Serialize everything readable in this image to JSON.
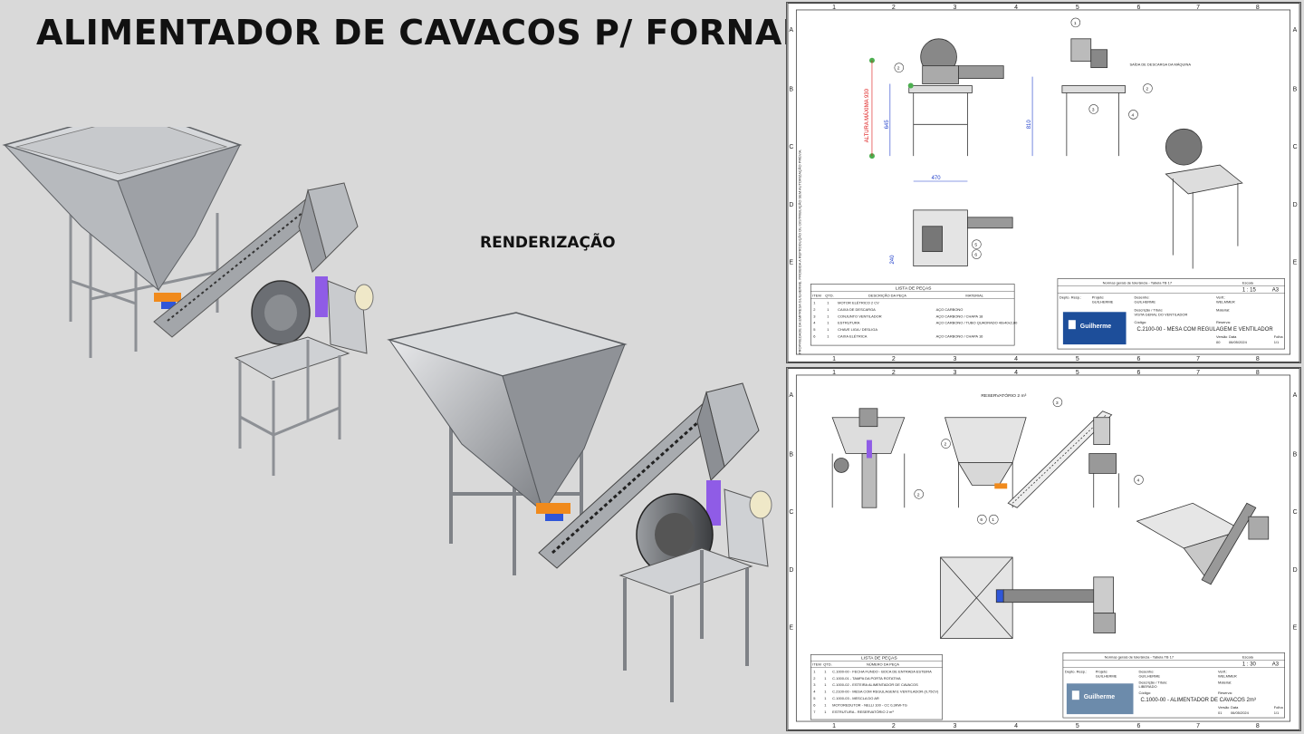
{
  "page": {
    "title": "ALIMENTADOR DE CAVACOS P/ FORNALHA",
    "render_label": "RENDERIZAÇÃO"
  },
  "colors": {
    "background": "#d9d9d9",
    "steel": "#b9bcc0",
    "hopper": "#a9acb1",
    "accent_purple": "#8f5ce6",
    "accent_orange": "#f08a1c",
    "accent_blue": "#2f56d8",
    "brand_blue": "#1d4e9a"
  },
  "sheet1": {
    "columns": [
      "1",
      "2",
      "3",
      "4",
      "5",
      "6",
      "7",
      "8"
    ],
    "rows": [
      "A",
      "B",
      "C",
      "D",
      "E"
    ],
    "side_note": "PROPRIEDADE DA EMPRESA GUILHERME. PROIBIDA A REPRODUÇÃO OU DISTRIBUIÇÃO SEM AUTORIZAÇÃO PRÉVIA.",
    "dims": {
      "max_height": "ALTURA MÁXIMA 930",
      "h645": "645",
      "h810": "810",
      "w470": "470",
      "h240": "240"
    },
    "callout_note": "SAÍDA DE DESCARGA DA MÁQUINA",
    "balloons": [
      "1",
      "2",
      "3",
      "4",
      "5",
      "6"
    ],
    "parts_title": "LISTA DE PEÇAS",
    "parts_headers": [
      "ITEM",
      "QTD.",
      "DESCRIÇÃO DA PEÇA",
      "MATERIAL"
    ],
    "parts": [
      [
        "1",
        "1",
        "MOTOR ELÉTRICO 2 CV",
        ""
      ],
      [
        "2",
        "1",
        "CAIXA DE DESCARGA",
        "AÇO CARBONO"
      ],
      [
        "3",
        "1",
        "CONJUNTO VENTILADOR",
        "AÇO CARBONO / CHAPA 18"
      ],
      [
        "4",
        "1",
        "ESTRUTURA",
        "AÇO CARBONO / TUBO QUADRADO 40x40x2,00"
      ],
      [
        "5",
        "1",
        "CHAVE LIGA / DESLIGA",
        ""
      ],
      [
        "6",
        "1",
        "CAIXA ELÉTRICA",
        "AÇO CARBONO / CHAPA 16"
      ]
    ],
    "tolerance": "Normas gerais de tolerância - Tabela TB 17",
    "scale_label": "Escala",
    "scale": "1 : 15",
    "format": "A3",
    "dept_label": "Depto. Resp.:",
    "project_label": "Projeto:",
    "project": "GUILHERME",
    "drawer_label": "Desenho:",
    "drawer": "GUILHERME",
    "verify_label": "Verif.:",
    "verifier": "WELMMER",
    "desc_label": "Descrição / Título:",
    "description": "VISTA GERAL DO VENTILADOR",
    "material_label": "Material:",
    "code_label": "Código:",
    "code": "C.2100-00 - MESA COM REGULAGEM E VENTILADOR",
    "reserve_label": "Reserva:",
    "version_label": "Versão",
    "version": "00",
    "date_label": "Data",
    "date": "06/05/2024",
    "page_label": "Folha",
    "page": "1/1",
    "brand": "Guilherme"
  },
  "sheet2": {
    "columns": [
      "1",
      "2",
      "3",
      "4",
      "5",
      "6",
      "7",
      "8"
    ],
    "rows": [
      "A",
      "B",
      "C",
      "D",
      "E"
    ],
    "reservoir_label": "RESERVATÓRIO 2 m³",
    "balloons": [
      "1",
      "2",
      "3",
      "4",
      "5",
      "6"
    ],
    "parts_title": "LISTA DE PEÇAS",
    "parts_headers": [
      "ITEM",
      "QTD.",
      "NÚMERO DA PEÇA"
    ],
    "parts": [
      [
        "1",
        "1",
        "C.1000-00 - FECHA FUNDO - BOCA DE ENTRADA ESTEIRA"
      ],
      [
        "2",
        "1",
        "C.1000-01 - TAMPA DA PORTA ROTATIVA"
      ],
      [
        "3",
        "1",
        "C.1000-02 - ESTEIRA ALIMENTADOR DE CAVACOS"
      ],
      [
        "4",
        "1",
        "C.2100-00 - MESA COM REGULAGEM E VENTILADOR (0,75CV)"
      ],
      [
        "5",
        "1",
        "C.1000-03 - MESCLA DO AR"
      ],
      [
        "6",
        "1",
        "MOTOREDUTOR - NELLI 100 - CC 0,3KW-TG"
      ],
      [
        "7",
        "1",
        "ESTRUTURA - RESERVATÓRIO 2 m³"
      ]
    ],
    "tolerance": "Normas gerais de tolerância - Tabela TB 17",
    "scale_label": "Escala",
    "scale": "1 : 30",
    "format": "A3",
    "dept_label": "Depto. Resp.:",
    "project_label": "Projeto:",
    "project": "GUILHERME",
    "drawer_label": "Desenho:",
    "drawer": "GUILHERME",
    "verify_label": "Verif.:",
    "verifier": "WELMMER",
    "desc_label": "Descrição / Título:",
    "description": "LIBERADO",
    "material_label": "Material:",
    "code_label": "Código:",
    "code": "C.1000-00 - ALIMENTADOR DE CAVACOS 2m³",
    "reserve_label": "Reserva:",
    "version_label": "Versão",
    "version": "01",
    "date_label": "Data",
    "date": "06/05/2024",
    "page_label": "Folha",
    "page": "1/1",
    "brand": "Guilherme"
  }
}
